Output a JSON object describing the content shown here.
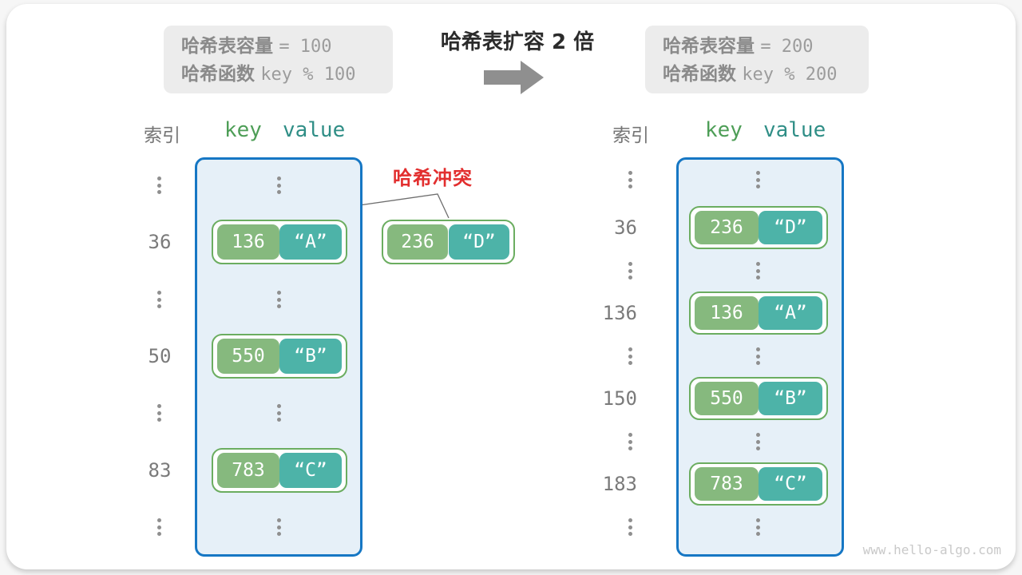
{
  "header": {
    "capacity_before": {
      "label1": "哈希表容量",
      "code1": "= 100",
      "label2": "哈希函数",
      "code2": "key % 100"
    },
    "expand_title": "哈希表扩容 2 倍",
    "capacity_after": {
      "label1": "哈希表容量",
      "code1": "= 200",
      "label2": "哈希函数",
      "code2": "key % 200"
    }
  },
  "left_table": {
    "index_header": "索引",
    "key_header": "key",
    "value_header": "value",
    "rows": [
      {
        "type": "dots"
      },
      {
        "type": "pair",
        "index": "36",
        "key": "136",
        "value": "“A”"
      },
      {
        "type": "dots"
      },
      {
        "type": "pair",
        "index": "50",
        "key": "550",
        "value": "“B”"
      },
      {
        "type": "dots"
      },
      {
        "type": "pair",
        "index": "83",
        "key": "783",
        "value": "“C”"
      },
      {
        "type": "dots"
      }
    ]
  },
  "collision": {
    "label": "哈希冲突",
    "key": "236",
    "value": "“D”"
  },
  "right_table": {
    "index_header": "索引",
    "key_header": "key",
    "value_header": "value",
    "rows": [
      {
        "type": "dots"
      },
      {
        "type": "pair",
        "index": "36",
        "key": "236",
        "value": "“D”"
      },
      {
        "type": "dots"
      },
      {
        "type": "pair",
        "index": "136",
        "key": "136",
        "value": "“A”"
      },
      {
        "type": "dots"
      },
      {
        "type": "pair",
        "index": "150",
        "key": "550",
        "value": "“B”"
      },
      {
        "type": "dots"
      },
      {
        "type": "pair",
        "index": "183",
        "key": "783",
        "value": "“C”"
      },
      {
        "type": "dots"
      }
    ]
  },
  "watermark": "www.hello-algo.com",
  "colors": {
    "container_border": "#1677C4",
    "container_fill": "#E6F0F8",
    "pair_border": "#6BAD60",
    "key_fill": "#86B97E",
    "value_fill": "#4DB3A8",
    "collision_red": "#E22E2E",
    "info_box_bg": "#ECECEC",
    "info_text_gray": "#8A8A8A",
    "arrow_gray": "#8F8F8F"
  }
}
